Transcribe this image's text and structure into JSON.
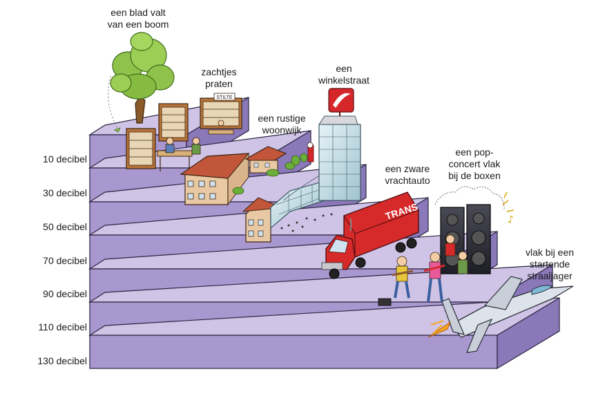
{
  "levels": [
    "10 decibel",
    "30 decibel",
    "50 decibel",
    "70 decibel",
    "90 decibel",
    "110 decibel",
    "130 decibel"
  ],
  "captions": {
    "leaf": "een blad valt\nvan een boom",
    "whisper": "zachtjes\npraten",
    "suburb": "een rustige\nwoonwijk",
    "street": "een\nwinkelstraat",
    "truck": "een zware\nvrachtauto",
    "concert": "een pop-\nconcert vlak\nbij de boxen",
    "jet": "vlak bij een\nstartende\nstraaljager"
  },
  "signs": {
    "library": "STILTE",
    "truck": "TRANS"
  },
  "colors": {
    "step_top": "#cfc3e6",
    "step_front": "#a997d0",
    "step_side": "#8a78b8",
    "outline": "#2b2540"
  }
}
